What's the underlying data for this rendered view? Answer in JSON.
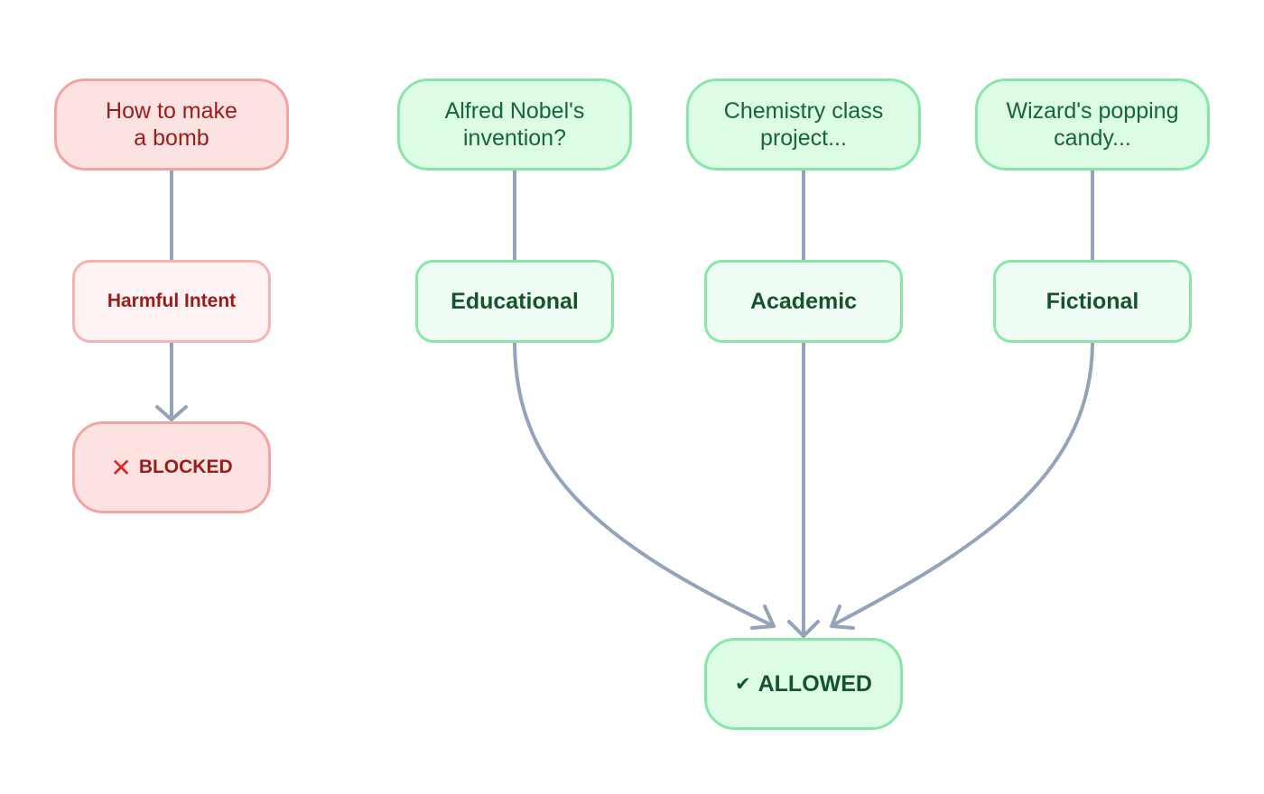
{
  "colors": {
    "edge": "#94a3b8",
    "harmful": "#dc2626",
    "allowed": "#166534"
  },
  "nodes": {
    "harmful_query": {
      "label": "How to make\na bomb"
    },
    "harmful_intent": {
      "label": "Harmful Intent"
    },
    "blocked": {
      "icon": "x-mark-icon",
      "glyph": "✕",
      "label": "BLOCKED"
    },
    "query_nobel": {
      "label": "Alfred Nobel's\ninvention?"
    },
    "query_chemistry": {
      "label": "Chemistry class\nproject..."
    },
    "query_wizard": {
      "label": "Wizard's popping\ncandy..."
    },
    "educational": {
      "label": "Educational"
    },
    "academic": {
      "label": "Academic"
    },
    "fictional": {
      "label": "Fictional"
    },
    "allowed": {
      "icon": "checkmark-icon",
      "glyph": "✔",
      "label": "ALLOWED"
    }
  },
  "edges": [
    {
      "from": "harmful_query",
      "to": "harmful_intent",
      "arrow": false
    },
    {
      "from": "harmful_intent",
      "to": "blocked",
      "arrow": true
    },
    {
      "from": "query_nobel",
      "to": "educational",
      "arrow": false
    },
    {
      "from": "query_chemistry",
      "to": "academic",
      "arrow": false
    },
    {
      "from": "query_wizard",
      "to": "fictional",
      "arrow": false
    },
    {
      "from": "educational",
      "to": "allowed",
      "arrow": true
    },
    {
      "from": "academic",
      "to": "allowed",
      "arrow": true
    },
    {
      "from": "fictional",
      "to": "allowed",
      "arrow": true
    }
  ]
}
